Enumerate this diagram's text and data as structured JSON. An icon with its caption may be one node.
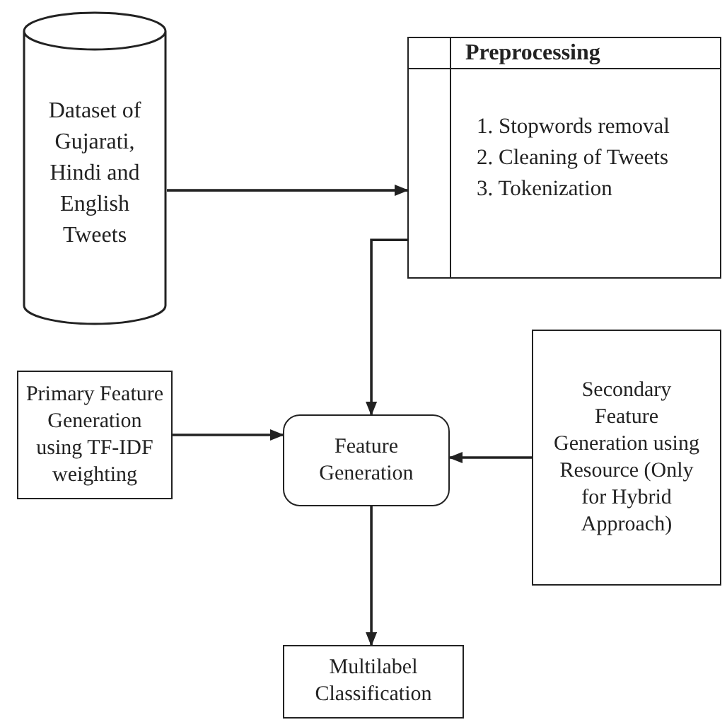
{
  "diagram": {
    "nodes": [
      {
        "text": [
          "Dataset of Gujarati, Hindi and English Tweets"
        ]
      },
      {
        "text": [
          "Preprocessing",
          "1. Stopwords removal",
          "2. Cleaning of Tweets",
          "3. Tokenization"
        ]
      },
      {
        "text": [
          "Primary Feature Generation using TF-IDF weighting"
        ]
      },
      {
        "text": [
          "Feature Generation"
        ]
      },
      {
        "text": [
          "Secondary Feature Generation using Resource (Only for Hybrid Approach)"
        ]
      },
      {
        "text": [
          "Multilabel Classification"
        ]
      }
    ],
    "edges": [
      {
        "from": 0,
        "to": 1,
        "arrow": "to"
      },
      {
        "from": 1,
        "to": 3,
        "arrow": "to"
      },
      {
        "from": 2,
        "to": 3,
        "arrow": "to"
      },
      {
        "from": 4,
        "to": 3,
        "arrow": "to"
      },
      {
        "from": 3,
        "to": 5,
        "arrow": "to"
      }
    ]
  }
}
